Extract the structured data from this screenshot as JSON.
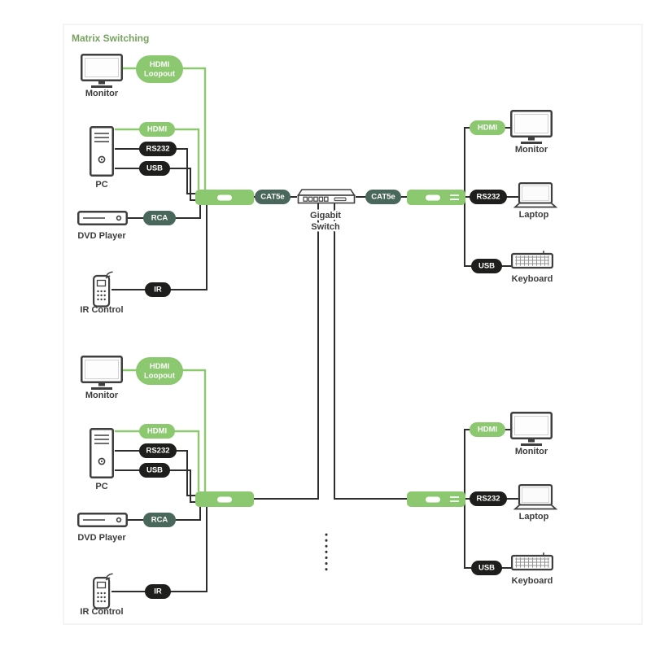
{
  "title": "Matrix Switching",
  "switch": {
    "label_line1": "Gigabit",
    "label_line2": "Switch",
    "cable_label": "CAT5e"
  },
  "source_devices": {
    "monitor": "Monitor",
    "pc": "PC",
    "dvd_player": "DVD Player",
    "ir_control": "IR Control"
  },
  "sink_devices": {
    "monitor": "Monitor",
    "laptop": "Laptop",
    "keyboard": "Keyboard"
  },
  "connections": {
    "hdmi": "HDMI",
    "hdmi_loopout_line1": "HDMI",
    "hdmi_loopout_line2": "Loopout",
    "rs232": "RS232",
    "usb": "USB",
    "rca": "RCA",
    "ir": "IR"
  },
  "colors": {
    "accent_green": "#8BC86F",
    "badge_dark_green": "#4A675B",
    "badge_black": "#1E1E1C",
    "line_black": "#2E2E2E",
    "title_green": "#76A15F",
    "label_gray": "#3C3C3C"
  }
}
